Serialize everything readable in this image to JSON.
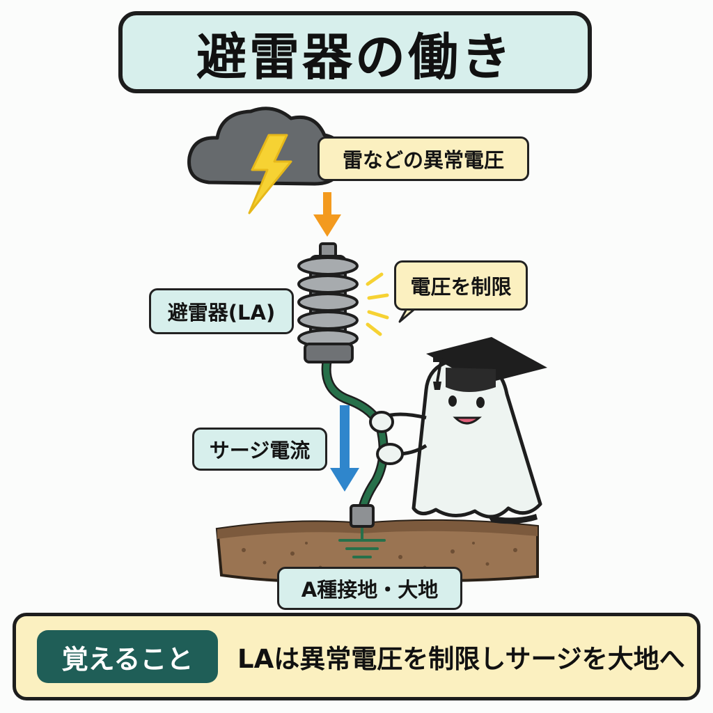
{
  "title": "避雷器の働き",
  "labels": {
    "abnormal_voltage": "雷などの異常電圧",
    "voltage_limit": "電圧を制限",
    "arrester": "避雷器(LA)",
    "surge_current": "サージ電流",
    "grounding": "A種接地・大地"
  },
  "memo": {
    "badge": "覚えること",
    "text": "LAは異常電圧を制限しサージを大地へ"
  },
  "icons": {
    "cloud": "storm-cloud-icon",
    "lightning": "lightning-bolt-icon",
    "arrester": "lightning-arrester-icon",
    "mascot": "ghost-professor-mascot",
    "ground": "ground-symbol-icon"
  },
  "colors": {
    "title_bg": "#d7efec",
    "note_bg": "#fbf0c0",
    "badge_bg": "#1f5e57",
    "arrow_orange": "#f39a1e",
    "arrow_blue": "#2f86cc",
    "wire_green": "#27704a",
    "soil": "#9a7452",
    "bolt": "#f6d233"
  }
}
